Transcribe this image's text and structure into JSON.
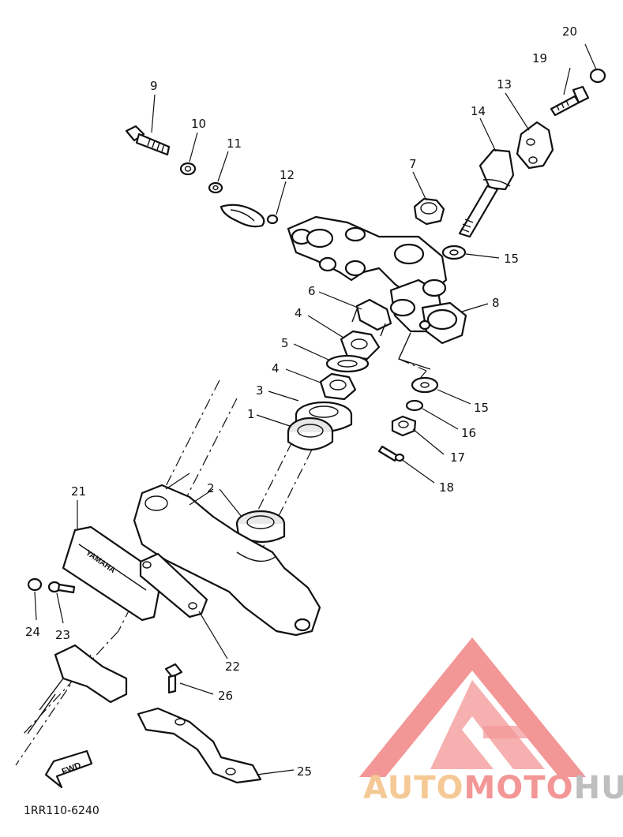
{
  "diagram": {
    "code": "1RR110-6240",
    "fwd_label": "FWD",
    "emblem_text": "YAMAHA",
    "callouts": [
      "1",
      "2",
      "3",
      "4",
      "4",
      "5",
      "6",
      "7",
      "8",
      "9",
      "10",
      "11",
      "12",
      "13",
      "14",
      "15",
      "15",
      "16",
      "17",
      "18",
      "19",
      "20",
      "21",
      "22",
      "23",
      "24",
      "25",
      "26"
    ]
  },
  "watermark": {
    "part1": "AUTO",
    "part2": "MOTO",
    "part3": "HUB",
    "colors": {
      "triangle": "#f28b8b",
      "auto": "#f5c48a",
      "moto": "#f28b8b",
      "hub": "#b8b8b8"
    }
  }
}
